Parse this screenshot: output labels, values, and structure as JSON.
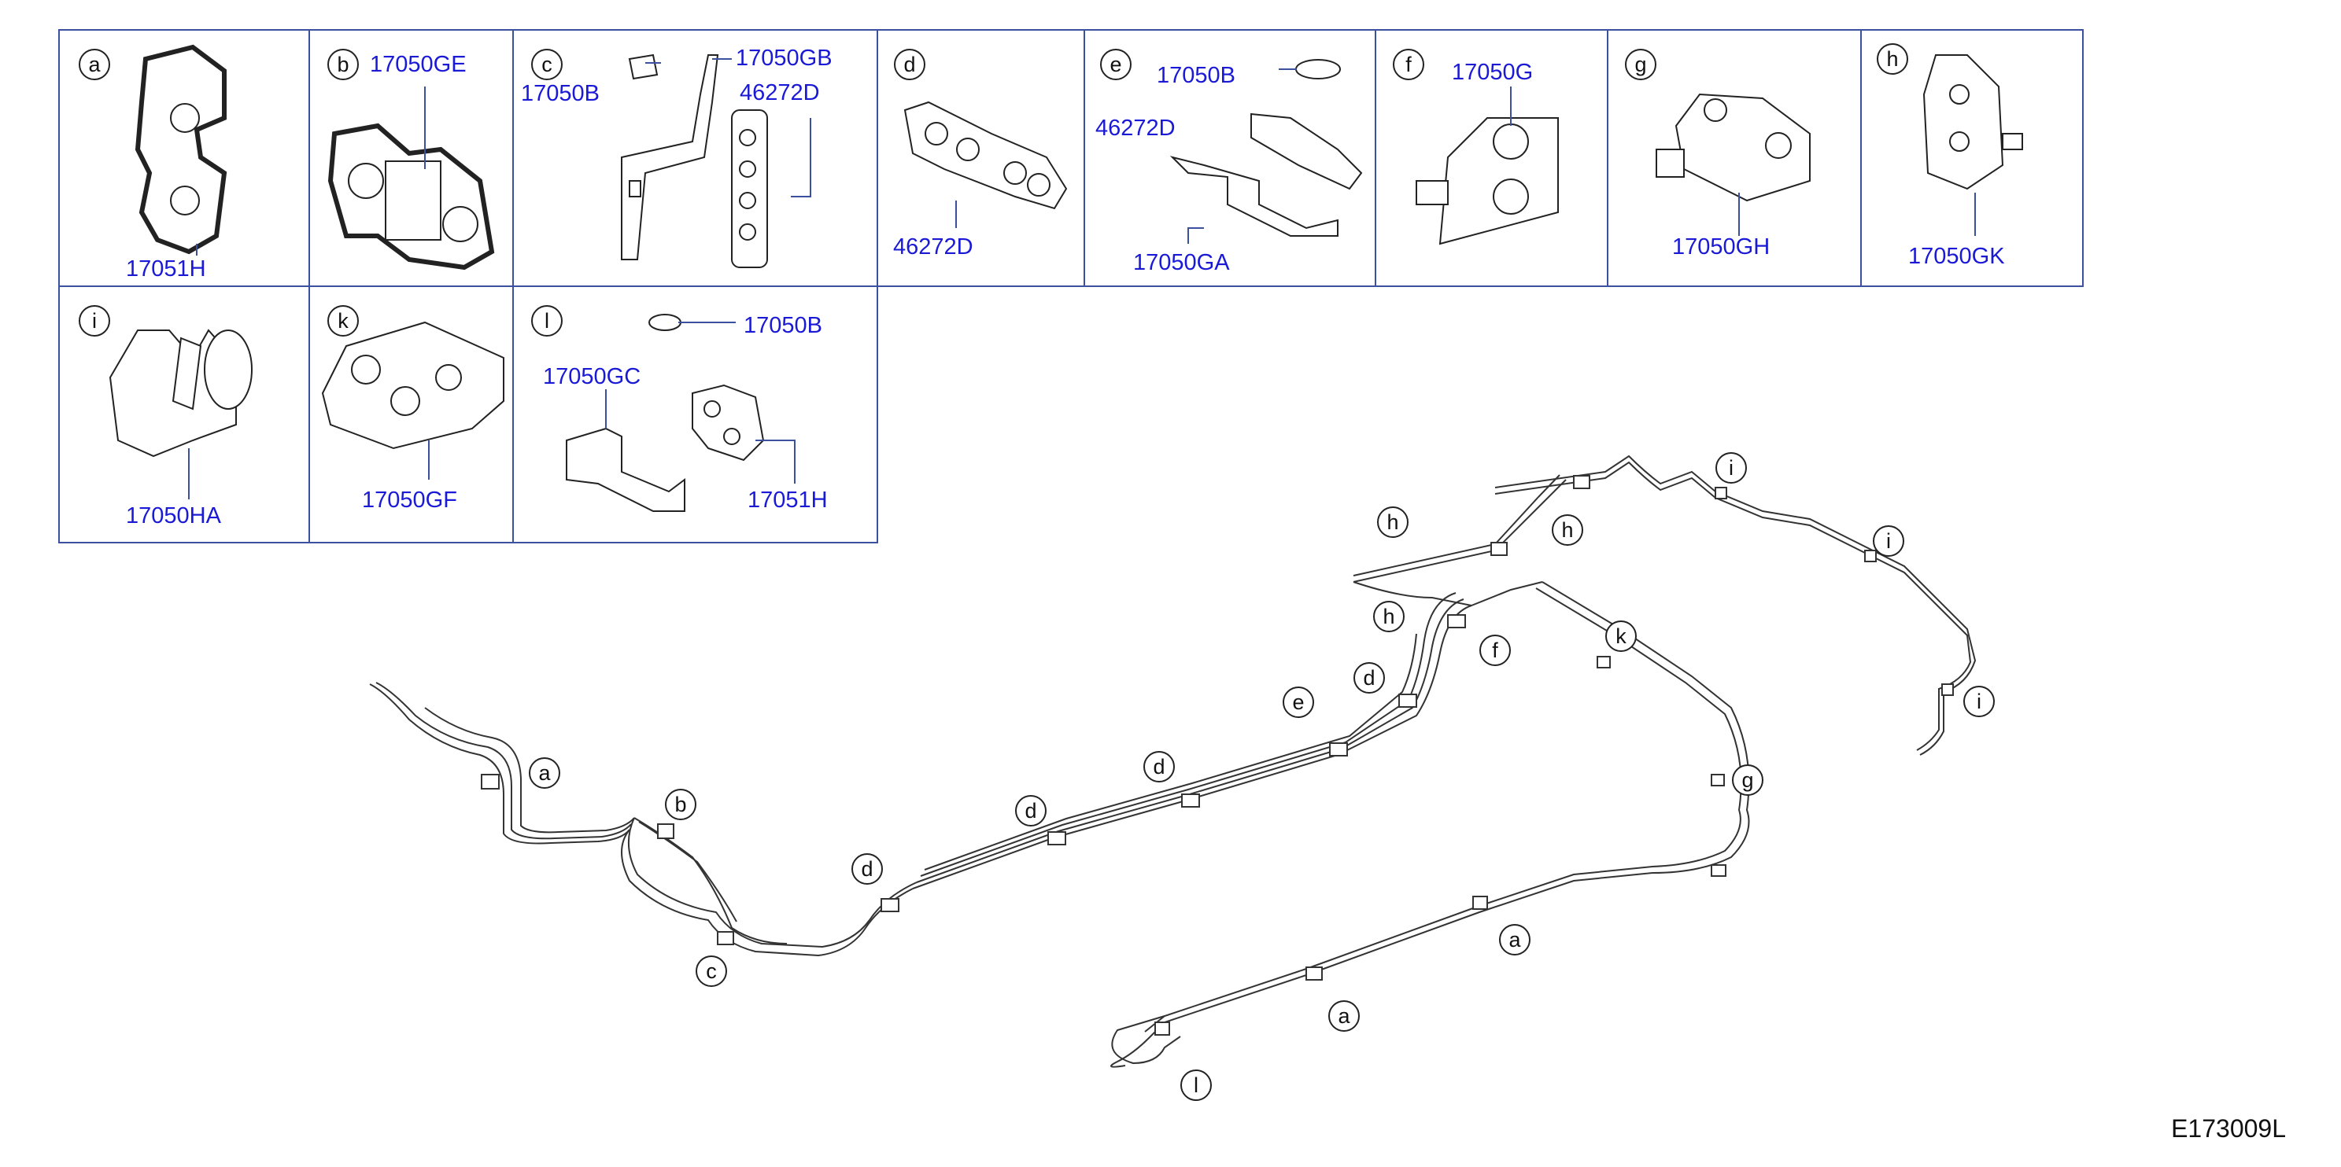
{
  "cells": [
    {
      "key": "a",
      "parts": [
        "17051H"
      ]
    },
    {
      "key": "b",
      "parts": [
        "17050GE"
      ]
    },
    {
      "key": "c",
      "parts": [
        "17050GB",
        "17050B",
        "46272D"
      ]
    },
    {
      "key": "d",
      "parts": [
        "46272D"
      ]
    },
    {
      "key": "e",
      "parts": [
        "17050B",
        "46272D",
        "17050GA"
      ]
    },
    {
      "key": "f",
      "parts": [
        "17050G"
      ]
    },
    {
      "key": "g",
      "parts": [
        "17050GH"
      ]
    },
    {
      "key": "h",
      "parts": [
        "17050GK"
      ]
    },
    {
      "key": "i",
      "parts": [
        "17050HA"
      ]
    },
    {
      "key": "k",
      "parts": [
        "17050GF"
      ]
    },
    {
      "key": "l",
      "parts": [
        "17050B",
        "17050GC",
        "17051H"
      ]
    }
  ],
  "callouts": [
    "a",
    "b",
    "c",
    "d",
    "d",
    "d",
    "d",
    "e",
    "d",
    "h",
    "h",
    "h",
    "f",
    "k",
    "i",
    "i",
    "i",
    "g",
    "a",
    "a",
    "l"
  ],
  "diagram_code": "E173009L",
  "colors": {
    "part_number": "#1a1ad6",
    "frame": "#3c50a0",
    "line": "#222222"
  }
}
